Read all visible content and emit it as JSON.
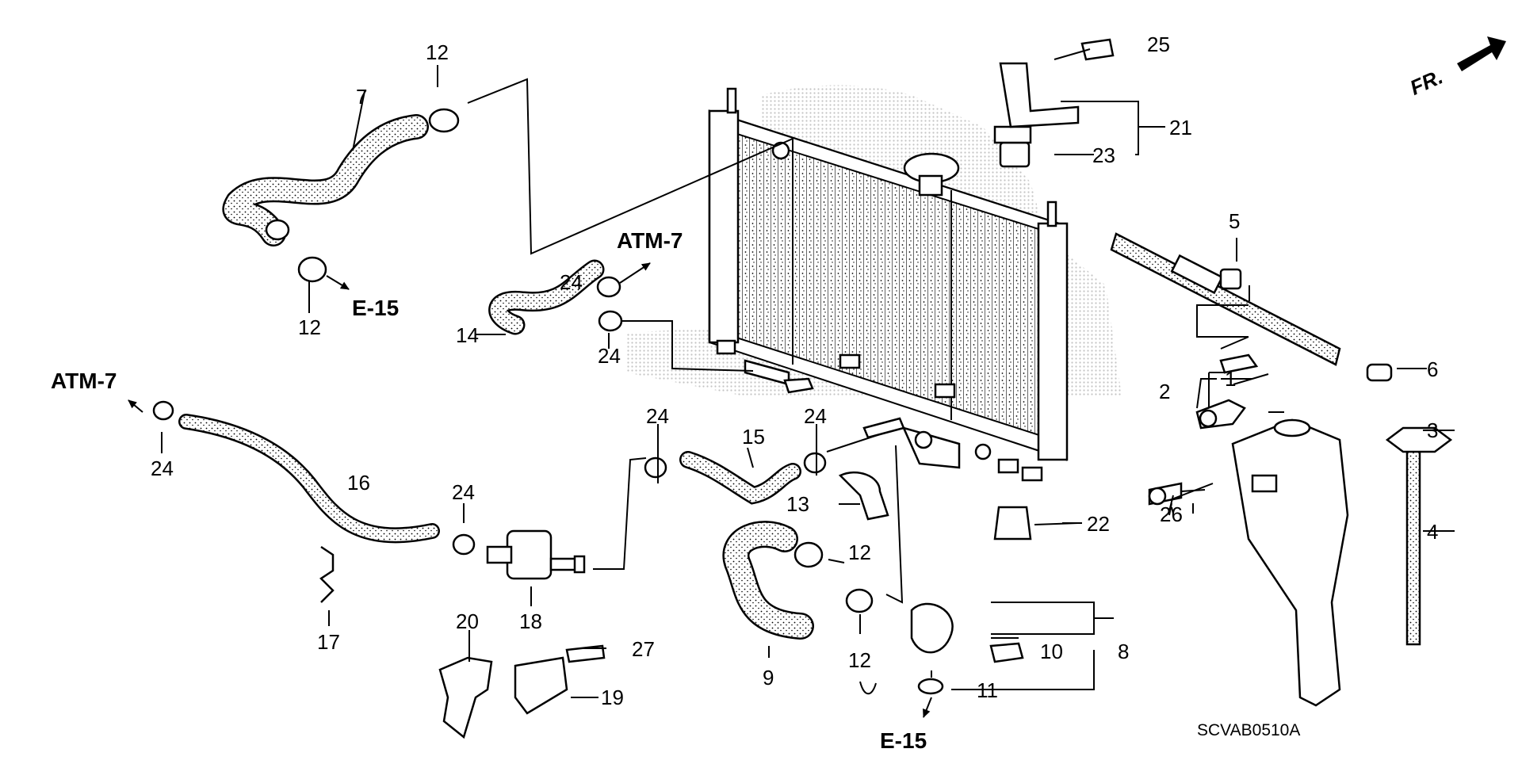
{
  "diagram": {
    "drawing_code": "SCVAB0510A",
    "front_indicator": "FR.",
    "cross_references": {
      "atm_upper": "ATM-7",
      "atm_left": "ATM-7",
      "e_upper": "E-15",
      "e_lower": "E-15"
    },
    "callouts": {
      "p1": "1",
      "p2": "2",
      "p3": "3",
      "p4": "4",
      "p5": "5",
      "p6": "6",
      "p7": "7",
      "p8": "8",
      "p9": "9",
      "p10": "10",
      "p11": "11",
      "p12a": "12",
      "p12b": "12",
      "p12c": "12",
      "p12d": "12",
      "p13": "13",
      "p14": "14",
      "p15": "15",
      "p16": "16",
      "p17": "17",
      "p18": "18",
      "p19": "19",
      "p20": "20",
      "p21": "21",
      "p22": "22",
      "p23": "23",
      "p24a": "24",
      "p24b": "24",
      "p24c": "24",
      "p24d": "24",
      "p24e": "24",
      "p24f": "24",
      "p25": "25",
      "p26": "26",
      "p27": "27"
    }
  }
}
